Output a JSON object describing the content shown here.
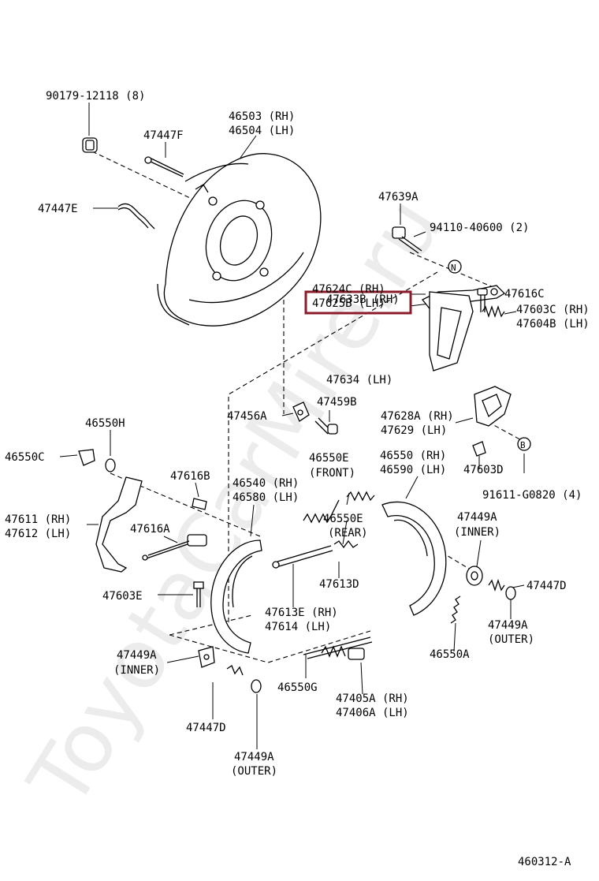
{
  "watermark": "ToyotaCarMire.ru",
  "figure_code": "460312-A",
  "highlight_color": "#8b1a2a",
  "labels": {
    "l_90179": "90179-12118 (8)",
    "l_46503": "46503 (RH)",
    "l_46504": "46504 (LH)",
    "l_47447F": "47447F",
    "l_47447E": "47447E",
    "l_47639A": "47639A",
    "l_94110": "94110-40600 (2)",
    "l_47624C": "47624C (RH)",
    "l_47625B": "47625B (LH)",
    "l_47603C": "47603C (RH)",
    "l_47604B": "47604B (LH)",
    "l_47633B": "47633B (RH)",
    "l_47634": "47634   (LH)",
    "l_47616C": "47616C",
    "l_47456A": "47456A",
    "l_47459B": "47459B",
    "l_47628A": "47628A (RH)",
    "l_47629": "47629   (LH)",
    "l_46550H": "46550H",
    "l_46550C": "46550C",
    "l_46550E_f": "46550E",
    "l_front": "(FRONT)",
    "l_46550": "46550 (RH)",
    "l_46590": "46590 (LH)",
    "l_47603D": "47603D",
    "l_91611": "91611-G0820 (4)",
    "l_47616B": "47616B",
    "l_46540": "46540 (RH)",
    "l_46580": "46580 (LH)",
    "l_46550E_r": "46550E",
    "l_rear": "(REAR)",
    "l_47611": "47611 (RH)",
    "l_47612": "47612 (LH)",
    "l_47616A": "47616A",
    "l_47449A_ir": "47449A",
    "l_inner_r": "(INNER)",
    "l_47613D": "47613D",
    "l_47447D_r": "47447D",
    "l_47603E": "47603E",
    "l_47613E": "47613E (RH)",
    "l_47614": "47614  (LH)",
    "l_47449A_or": "47449A",
    "l_outer_r": "(OUTER)",
    "l_46550A": "46550A",
    "l_47449A_il": "47449A",
    "l_inner_l": "(INNER)",
    "l_46550G": "46550G",
    "l_47405A": "47405A (RH)",
    "l_47406A": "47406A (LH)",
    "l_47447D_l": "47447D",
    "l_47449A_ol": "47449A",
    "l_outer_l": "(OUTER)",
    "circle_n": "N",
    "circle_b": "B"
  }
}
